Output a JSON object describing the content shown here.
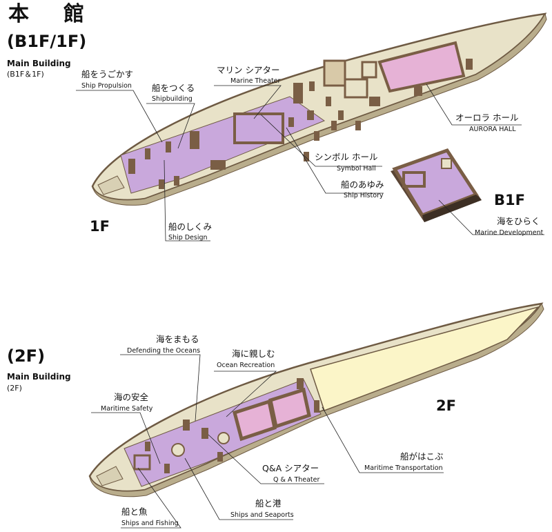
{
  "header": {
    "title": "本　館",
    "section_1f": "(B1F/1F)",
    "building_1f": "Main Building",
    "building_1f_sub": "(B1F＆1F)",
    "section_2f": "(2F)",
    "building_2f": "Main Building",
    "building_2f_sub": "(2F)"
  },
  "floors": {
    "f1": "1F",
    "b1": "B1F",
    "f2": "2F"
  },
  "labels": [
    {
      "id": "ship-propulsion",
      "jp": "船をうごかす",
      "en": "Ship Propulsion"
    },
    {
      "id": "shipbuilding",
      "jp": "船をつくる",
      "en": "Shipbuilding"
    },
    {
      "id": "marine-theater",
      "jp": "マリン シアター",
      "en": "Marine Theater"
    },
    {
      "id": "aurora-hall",
      "jp": "オーロラ ホール",
      "en": "AURORA HALL"
    },
    {
      "id": "symbol-hall",
      "jp": "シンボル ホール",
      "en": "Symbol Hall"
    },
    {
      "id": "ship-history",
      "jp": "船のあゆみ",
      "en": "Ship History"
    },
    {
      "id": "ship-design",
      "jp": "船のしくみ",
      "en": "Ship Design"
    },
    {
      "id": "marine-development",
      "jp": "海をひらく",
      "en": "Marine Development"
    },
    {
      "id": "defending-oceans",
      "jp": "海をまもる",
      "en": "Defending the Oceans"
    },
    {
      "id": "ocean-recreation",
      "jp": "海に親しむ",
      "en": "Ocean Recreation"
    },
    {
      "id": "maritime-safety",
      "jp": "海の安全",
      "en": "Maritime Safety"
    },
    {
      "id": "qa-theater",
      "jp": "Q&A シアター",
      "en": "Q & A Theater"
    },
    {
      "id": "maritime-transportation",
      "jp": "船がはこぶ",
      "en": "Maritime Transportation"
    },
    {
      "id": "ships-seaports",
      "jp": "船と港",
      "en": "Ships and Seaports"
    },
    {
      "id": "ships-fishing",
      "jp": "船と魚",
      "en": "Ships and Fishing"
    }
  ],
  "colors": {
    "hull": "#e8e2c8",
    "hull_edge": "#6e5a43",
    "wall": "#7a5e45",
    "floor_purple": "#c9a8dc",
    "floor_pink": "#e6b2d6",
    "floor_2f_empty": "#fbf5c8"
  }
}
